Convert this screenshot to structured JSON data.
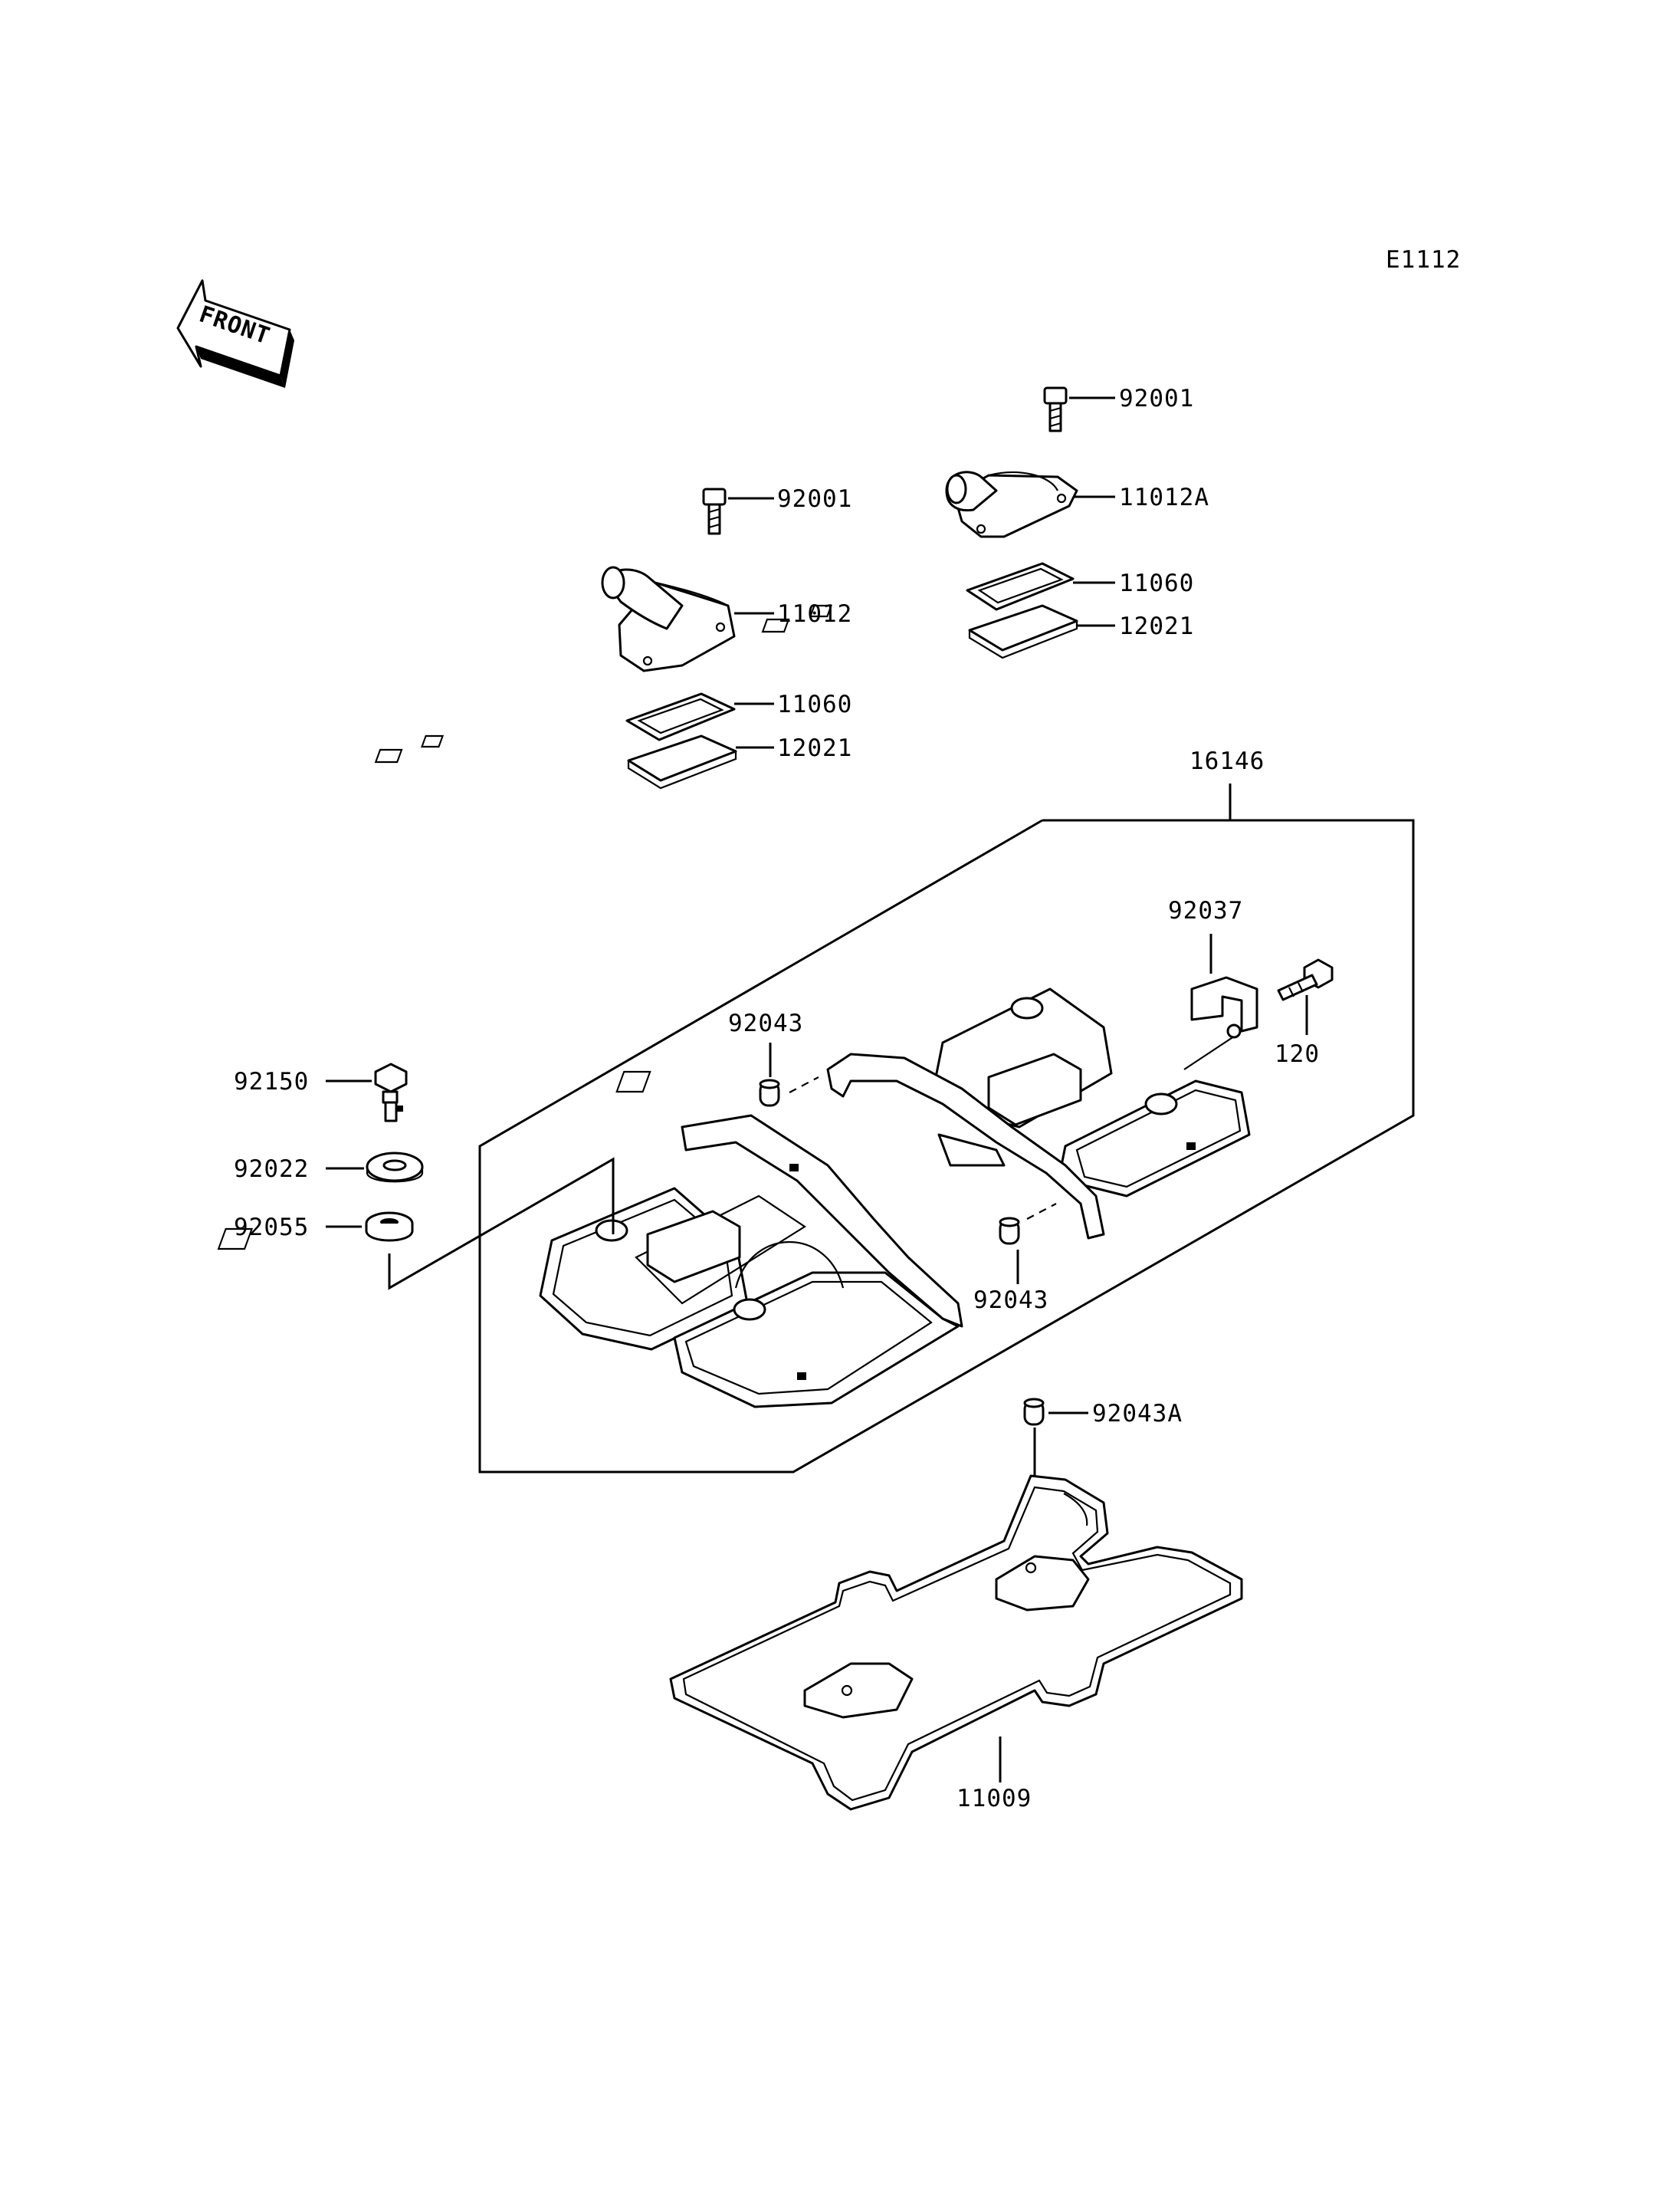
{
  "diagram_code": "E1112",
  "front_label": "FRONT",
  "parts": {
    "bolt_top_right": "92001",
    "cap_right": "11012A",
    "gasket_top_right": "11060",
    "reed_plate_right": "12021",
    "bolt_top_left": "92001",
    "cap_left": "11012",
    "gasket_top_left": "11060",
    "reed_plate_left": "12021",
    "head_cover_assy": "16146",
    "bracket": "92037",
    "bracket_bolt": "120",
    "dowel_upper": "92043",
    "dowel_lower": "92043",
    "cover_bolt": "92150",
    "washer": "92022",
    "grommet": "92055",
    "dowel_gasket": "92043A",
    "head_cover_gasket": "11009"
  }
}
